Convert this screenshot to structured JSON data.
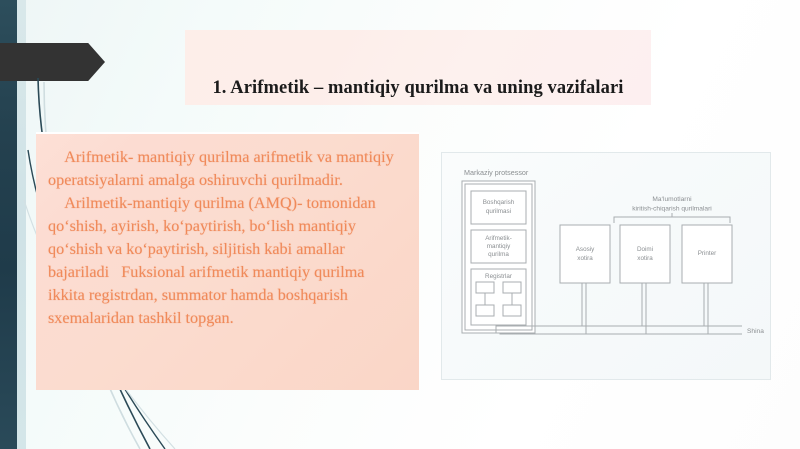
{
  "slide": {
    "title": "1.  Arifmetik – mantiqiy qurilma va uning vazifalari",
    "body": "    Arifmetik- mantiqiy qurilma arifmetik va mantiqiy operatsiyalarni amalga oshiruvchi qurilmadir.\n    Arilmetik-mantiqiy qurilma (AMQ)- tomonidan qo‘shish, ayirish, ko‘paytirish, bo‘lish mantiqiy qo‘shish va ko‘paytirish, siljitish kabi amallar bajariladi   Fuksional arifmetik mantiqiy qurilma ikkita registrdan, summator hamda boshqarish sxemalaridan tashkil topgan."
  },
  "colors": {
    "title_bar_bg": "#fdeee9",
    "body_panel_bg": "#fbdccf",
    "body_text": "#f08a5a",
    "accent_dark": "#333333",
    "edge_strip": "#24414f",
    "diagram_stroke": "#a8adb0",
    "diagram_label": "#8b8f92"
  },
  "diagram": {
    "cpu_group_label": "Markaziy protsessor",
    "io_group_label_line1": "Ma‘lumotlarni",
    "io_group_label_line2": "kiritish-chiqarish qurilmalari",
    "bus_label": "Shina",
    "cpu_blocks": [
      {
        "line1": "Boshqarish",
        "line2": "qurilmasi"
      },
      {
        "line1": "Arifmetik-",
        "line2": "mantiqiy",
        "line3": "qurilma"
      }
    ],
    "registers_label": "Registrlar",
    "peripherals": [
      {
        "line1": "Asosiy",
        "line2": "xotira"
      },
      {
        "line1": "Doimi",
        "line2": "xotira"
      },
      {
        "line1": "Printer",
        "line2": ""
      }
    ]
  }
}
